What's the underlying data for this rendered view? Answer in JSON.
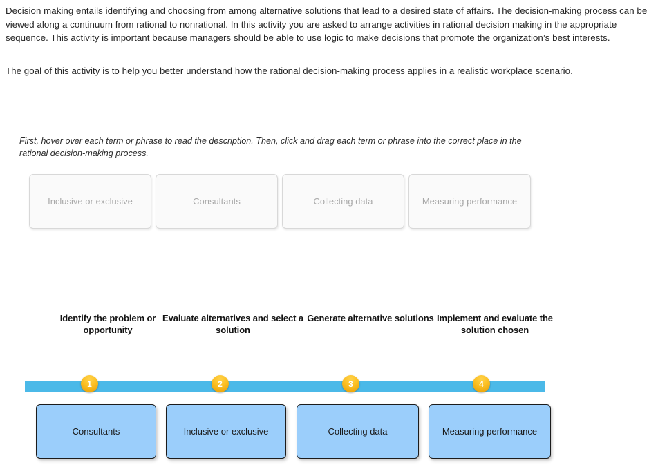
{
  "intro": {
    "paragraph_1": "Decision making entails identifying and choosing from among alternative solutions that lead to a desired state of affairs. The decision-making process can be viewed along a continuum from rational to nonrational. In this activity you are asked to arrange activities in rational decision making in the appropriate sequence. This activity is important because managers should be able to use logic to make decisions that promote the organization’s best interests.",
    "paragraph_2": "The goal of this activity is to help you better understand how the rational decision-making process applies in a realistic workplace scenario."
  },
  "instruction": {
    "text": "First, hover over each term or phrase to read the description. Then, click and drag each term or phrase into the correct place in the rational decision-making process."
  },
  "term_bank": {
    "tiles": [
      {
        "label": "Inclusive or exclusive"
      },
      {
        "label": "Consultants"
      },
      {
        "label": "Collecting data"
      },
      {
        "label": "Measuring performance"
      }
    ]
  },
  "process": {
    "steps": [
      {
        "number": "1",
        "caption": "Identify the problem or opportunity",
        "answer": "Consultants"
      },
      {
        "number": "2",
        "caption": "Evaluate alternatives and select a solution",
        "answer": "Inclusive or exclusive"
      },
      {
        "number": "3",
        "caption": "Generate alternative solutions",
        "answer": "Collecting data"
      },
      {
        "number": "4",
        "caption": "Implement and evaluate the solution chosen",
        "answer": "Measuring performance"
      }
    ]
  },
  "colors": {
    "timeline_bar": "#4bb9e8",
    "timeline_node": "#f5bb1d",
    "drop_slot_fill": "#9bcefb",
    "term_tile_fill": "#fafafa",
    "term_tile_text": "#a9a9a9"
  }
}
